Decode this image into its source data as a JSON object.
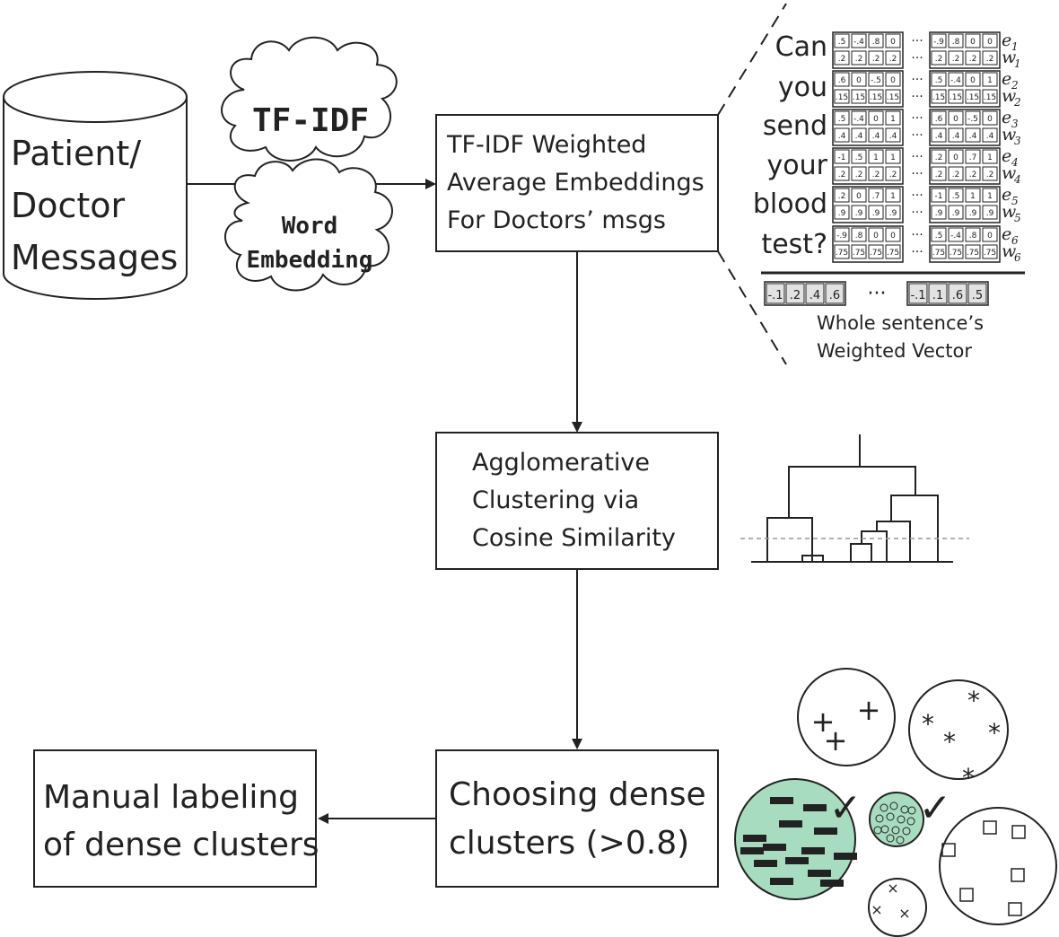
{
  "source": {
    "lines": [
      "Patient/",
      "Doctor",
      "Messages"
    ]
  },
  "clouds": {
    "tfidf": "TF-IDF",
    "embedding": [
      "Word",
      "Embedding"
    ]
  },
  "steps": {
    "weighted": [
      "TF-IDF Weighted",
      "Average Embeddings",
      "For Doctors’ msgs"
    ],
    "clustering": [
      "Agglomerative",
      "Clustering via",
      "Cosine Similarity"
    ],
    "choosing": [
      "Choosing dense",
      "clusters (>0.8)"
    ],
    "manual": [
      "Manual labeling",
      "of dense clusters"
    ]
  },
  "embedding_detail": {
    "words": [
      "Can",
      "you",
      "send",
      "your",
      "blood",
      "test?"
    ],
    "ellipsis": "···",
    "rows": [
      {
        "e": [
          ".5",
          "-.4",
          ".8",
          "0"
        ],
        "e_tail": [
          "-.9",
          ".8",
          "0",
          "0"
        ],
        "w": [
          ".2",
          ".2",
          ".2",
          ".2"
        ],
        "w_tail": [
          ".2",
          ".2",
          ".2",
          ".2"
        ],
        "e_label": "e",
        "w_label": "w",
        "sub": "1"
      },
      {
        "e": [
          ".6",
          "0",
          "-.5",
          "0"
        ],
        "e_tail": [
          ".5",
          "-.4",
          "0",
          "1"
        ],
        "w": [
          ".15",
          ".15",
          ".15",
          ".15"
        ],
        "w_tail": [
          ".15",
          ".15",
          ".15",
          ".15"
        ],
        "e_label": "e",
        "w_label": "w",
        "sub": "2"
      },
      {
        "e": [
          ".5",
          "-.4",
          "0",
          "1"
        ],
        "e_tail": [
          ".6",
          "0",
          "-.5",
          "0"
        ],
        "w": [
          ".4",
          ".4",
          ".4",
          ".4"
        ],
        "w_tail": [
          ".4",
          ".4",
          ".4",
          ".4"
        ],
        "e_label": "e",
        "w_label": "w",
        "sub": "3"
      },
      {
        "e": [
          "-1",
          ".5",
          "1",
          "1"
        ],
        "e_tail": [
          ".2",
          "0",
          ".7",
          "1"
        ],
        "w": [
          ".2",
          ".2",
          ".2",
          ".2"
        ],
        "w_tail": [
          ".2",
          ".2",
          ".2",
          ".2"
        ],
        "e_label": "e",
        "w_label": "w",
        "sub": "4"
      },
      {
        "e": [
          ".2",
          "0",
          ".7",
          "1"
        ],
        "e_tail": [
          "-1",
          ".5",
          "1",
          "1"
        ],
        "w": [
          ".9",
          ".9",
          ".9",
          ".9"
        ],
        "w_tail": [
          ".9",
          ".9",
          ".9",
          ".9"
        ],
        "e_label": "e",
        "w_label": "w",
        "sub": "5"
      },
      {
        "e": [
          "-.9",
          ".8",
          "0",
          "0"
        ],
        "e_tail": [
          ".5",
          "-.4",
          ".8",
          "0"
        ],
        "w": [
          ".75",
          ".75",
          ".75",
          ".75"
        ],
        "w_tail": [
          ".75",
          ".75",
          ".75",
          ".75"
        ],
        "e_label": "e",
        "w_label": "w",
        "sub": "6"
      }
    ],
    "result": {
      "head": [
        "-.1",
        ".2",
        ".4",
        ".6"
      ],
      "tail": [
        "-.1",
        ".1",
        ".6",
        ".5"
      ]
    },
    "caption": [
      "Whole sentence’s",
      "Weighted Vector"
    ]
  },
  "clusters": {
    "plus_symbol": "+",
    "star_symbol": "*",
    "x_symbol": "×",
    "check_symbol": "✓",
    "highlight_color": "#a8dcc0",
    "check_color": "#2e9e3e"
  }
}
